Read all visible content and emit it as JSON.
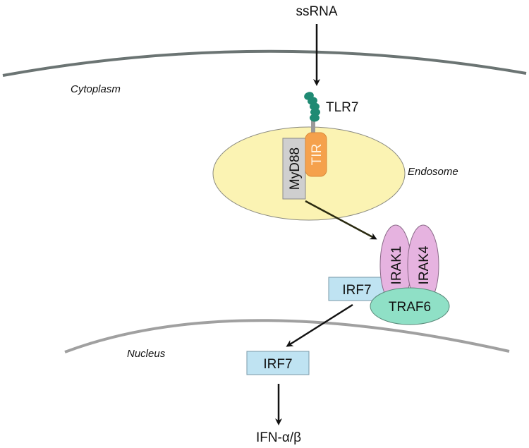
{
  "title": "TLR7 signaling pathway",
  "compartments": {
    "cytoplasm": "Cytoplasm",
    "endosome": "Endosome",
    "nucleus": "Nucleus"
  },
  "ligand": "ssRNA",
  "receptor": {
    "name": "TLR7",
    "domain": "TIR"
  },
  "proteins": {
    "myd88": "MyD88",
    "irak1": "IRAK1",
    "irak4": "IRAK4",
    "traf6": "TRAF6",
    "irf7_cytoplasm": "IRF7",
    "irf7_nucleus": "IRF7"
  },
  "output": "IFN-α/β",
  "colors": {
    "membrane": "#6b7473",
    "nuclear_membrane": "#a0a0a0",
    "endosome_fill": "#fbf3b3",
    "tlr7_beads": "#1f8a73",
    "tir": "#f5a14c",
    "myd88": "#cfcfcf",
    "irak": "#e6b3e0",
    "traf6": "#8fe0c6",
    "irf7": "#bfe3f2"
  }
}
